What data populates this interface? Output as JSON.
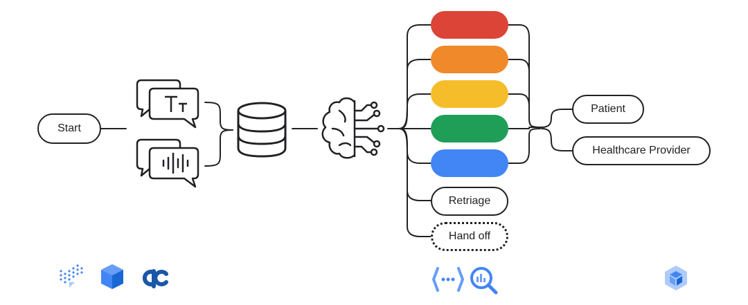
{
  "start": {
    "label": "Start"
  },
  "outcomes": {
    "colors": [
      "#db4437",
      "#f0892a",
      "#f6bd2a",
      "#1e9e57",
      "#4285f4"
    ],
    "retriage": "Retriage",
    "handoff": "Hand off"
  },
  "destinations": {
    "patient": "Patient",
    "provider": "Healthcare Provider"
  },
  "icons": {
    "text_chat": "text-chat-icon",
    "audio_chat": "audio-chat-icon",
    "database": "database-icon",
    "ai_brain": "ai-brain-icon",
    "logo_1": "dotted-chart-logo",
    "logo_2": "blue-box-logo",
    "logo_3": "ac-logo",
    "logo_4": "dataflow-logo",
    "logo_5": "bigquery-logo",
    "logo_6": "cube-logo"
  }
}
